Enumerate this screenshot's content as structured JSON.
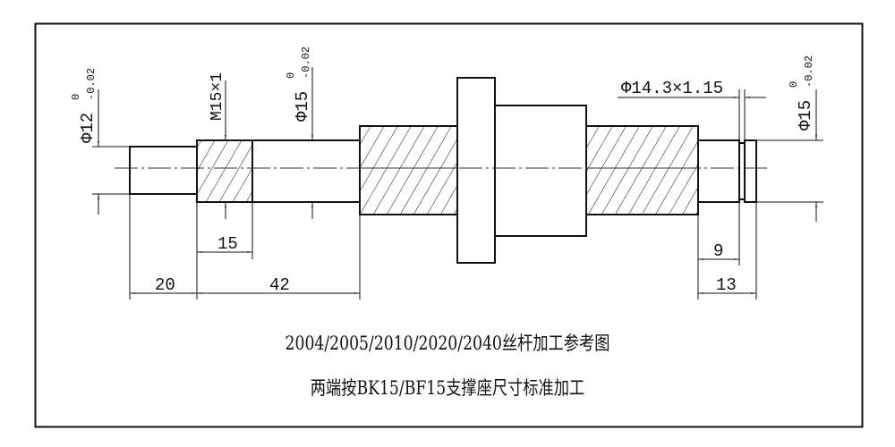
{
  "drawing": {
    "title": "2004/2005/2010/2020/2040丝杆加工参考图",
    "subtitle": "两端按BK15/BF15支撑座尺寸标准加工",
    "line_color": "#111111",
    "background": "#ffffff"
  },
  "annotations": {
    "left_end_diameter": {
      "main": "Φ12",
      "upper_tol": "0",
      "lower_tol": "-0.02"
    },
    "thread_spec": "M15×1",
    "bearing_seat_diameter": {
      "main": "Φ15",
      "upper_tol": "0",
      "lower_tol": "-0.02"
    },
    "groove_spec": "Φ14.3×1.15",
    "right_end_diameter": {
      "main": "Φ15",
      "upper_tol": "0",
      "lower_tol": "-0.02"
    }
  },
  "dimensions": {
    "thread_length": "15",
    "left_end_length": "20",
    "bearing_seat_length": "42",
    "right_groove_position": "9",
    "right_end_length": "13"
  }
}
